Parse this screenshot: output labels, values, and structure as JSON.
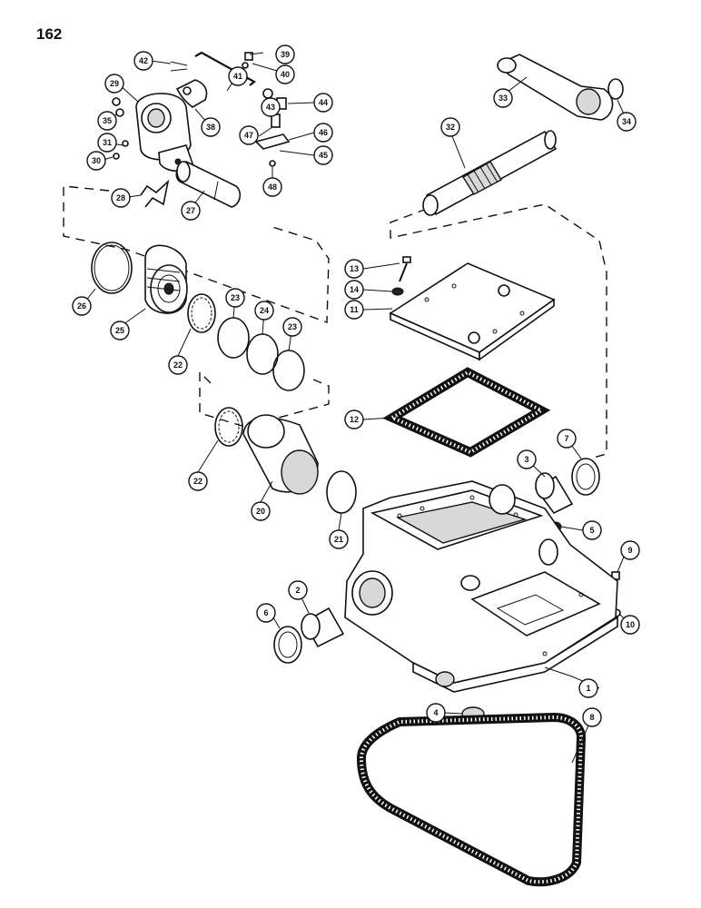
{
  "page": {
    "number": "162"
  },
  "callouts": [
    {
      "label": "1"
    },
    {
      "label": "2"
    },
    {
      "label": "3"
    },
    {
      "label": "4"
    },
    {
      "label": "5"
    },
    {
      "label": "6"
    },
    {
      "label": "7"
    },
    {
      "label": "8"
    },
    {
      "label": "9"
    },
    {
      "label": "10"
    },
    {
      "label": "11"
    },
    {
      "label": "12"
    },
    {
      "label": "13"
    },
    {
      "label": "14"
    },
    {
      "label": "20"
    },
    {
      "label": "21"
    },
    {
      "label": "22"
    },
    {
      "label": "22"
    },
    {
      "label": "23"
    },
    {
      "label": "23"
    },
    {
      "label": "24"
    },
    {
      "label": "25"
    },
    {
      "label": "26"
    },
    {
      "label": "27"
    },
    {
      "label": "28"
    },
    {
      "label": "29"
    },
    {
      "label": "30"
    },
    {
      "label": "31"
    },
    {
      "label": "32"
    },
    {
      "label": "33"
    },
    {
      "label": "34"
    },
    {
      "label": "35"
    },
    {
      "label": "38"
    },
    {
      "label": "39"
    },
    {
      "label": "40"
    },
    {
      "label": "41"
    },
    {
      "label": "42"
    },
    {
      "label": "43"
    },
    {
      "label": "44"
    },
    {
      "label": "45"
    },
    {
      "label": "46"
    },
    {
      "label": "47"
    },
    {
      "label": "48"
    }
  ]
}
